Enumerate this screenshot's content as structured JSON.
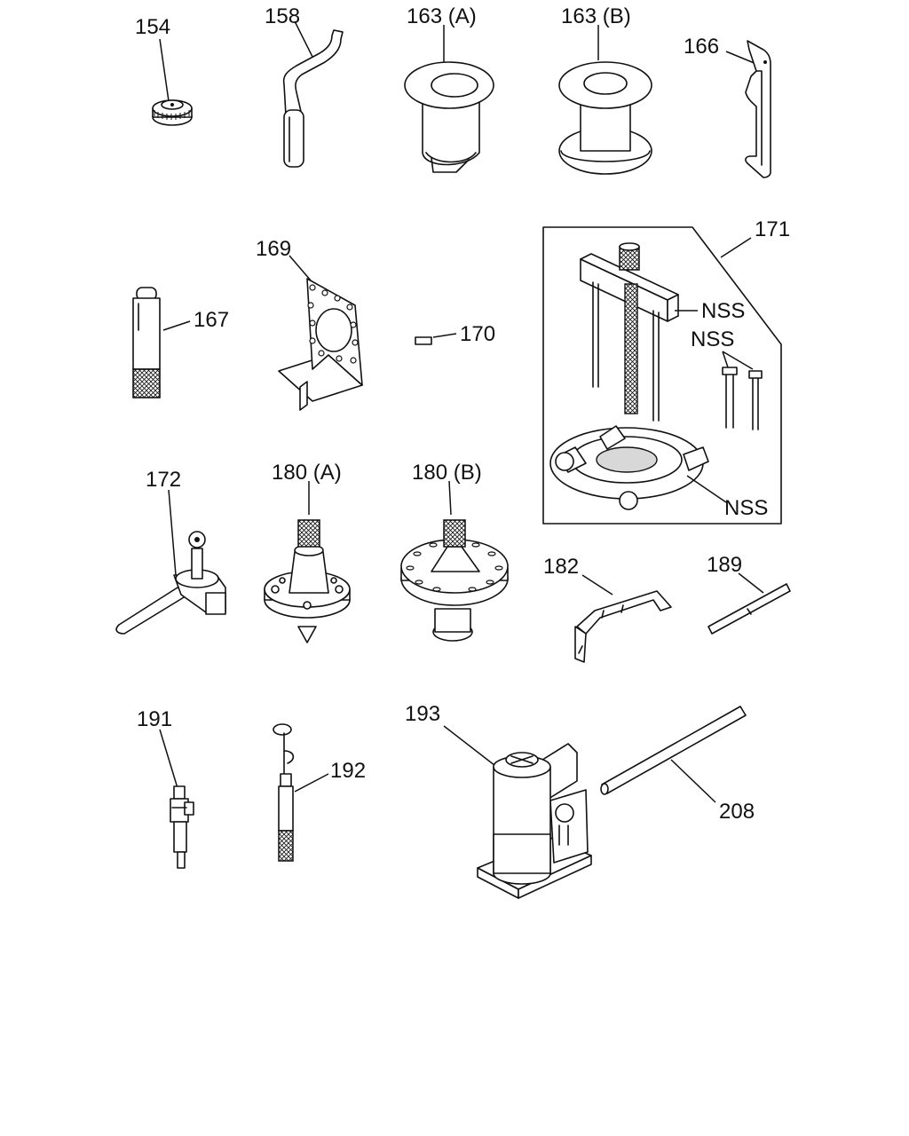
{
  "callouts": {
    "p154": "154",
    "p158": "158",
    "p163a": "163 (A)",
    "p163b": "163 (B)",
    "p166": "166",
    "p167": "167",
    "p169": "169",
    "p170": "170",
    "p171": "171",
    "nss1": "NSS",
    "nss2": "NSS",
    "nss3": "NSS",
    "p172": "172",
    "p180a": "180 (A)",
    "p180b": "180 (B)",
    "p182": "182",
    "p189": "189",
    "p191": "191",
    "p192": "192",
    "p193": "193",
    "p208": "208"
  }
}
